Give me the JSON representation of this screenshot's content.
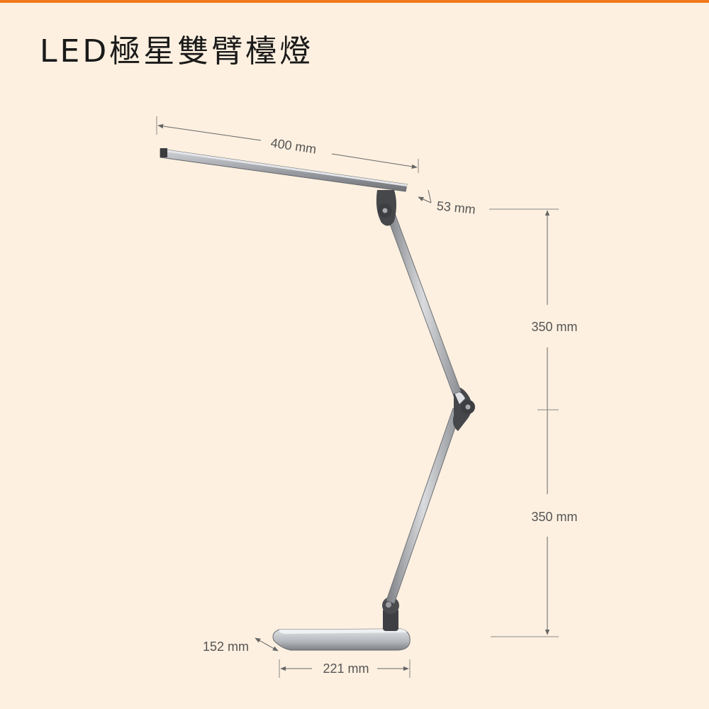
{
  "title": "LED極星雙臂檯燈",
  "colors": {
    "accent": "#f07a1f",
    "background": "#fdf0e0",
    "dimension_line": "#777777",
    "lamp_silver": "#a8abb0"
  },
  "dimensions": {
    "head_length": "400 mm",
    "head_depth": "53 mm",
    "upper_arm": "350 mm",
    "lower_arm": "350 mm",
    "base_depth": "152 mm",
    "base_width": "221 mm"
  }
}
